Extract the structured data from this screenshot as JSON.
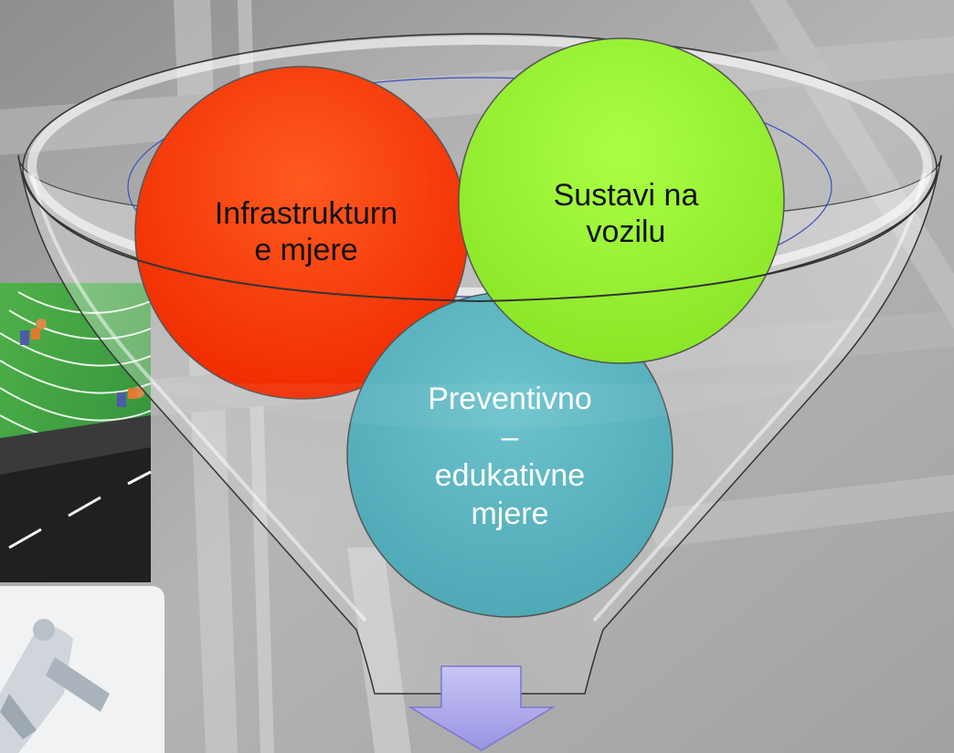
{
  "diagram": {
    "circles": [
      {
        "id": "infrastructure",
        "label": "Infrastrukturn\ne mjere",
        "fill": "#ff3300",
        "text_color": "#111111"
      },
      {
        "id": "vehicle",
        "label": "Sustavi na\nvozilu",
        "fill": "#99ff33",
        "text_color": "#111111"
      },
      {
        "id": "preventive",
        "label": "Preventivno\n–\nedukativne\nmjere",
        "fill": "#5fb8c4",
        "text_color": "#ffffff"
      }
    ],
    "funnel_color": "#d9d9d9",
    "arrow_color": "#a7a2ea"
  }
}
